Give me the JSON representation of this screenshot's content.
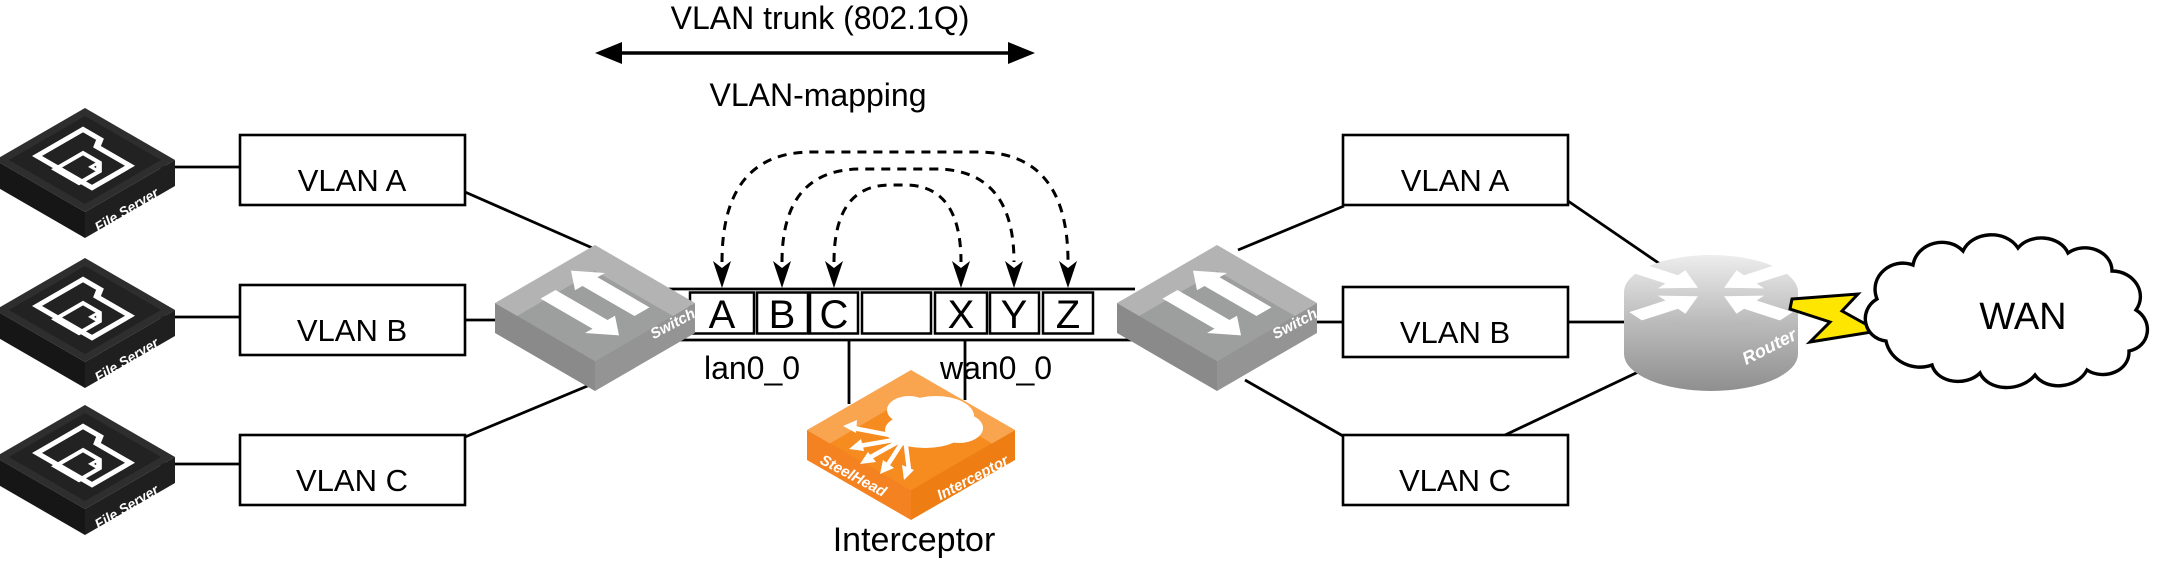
{
  "diagram": {
    "trunk_title": "VLAN trunk (802.1Q)",
    "mapping_title": "VLAN-mapping",
    "left": {
      "file_server_label": "File Server",
      "vlans": [
        "VLAN A",
        "VLAN B",
        "VLAN C"
      ],
      "switch_label": "Switch"
    },
    "trunk_ports": [
      "A",
      "B",
      "C",
      "X",
      "Y",
      "Z"
    ],
    "interfaces": {
      "lan": "lan0_0",
      "wan": "wan0_0"
    },
    "vlan_mappings": [
      [
        "A",
        "Z"
      ],
      [
        "B",
        "Y"
      ],
      [
        "C",
        "X"
      ]
    ],
    "interceptor": {
      "left_face": "SteelHead",
      "right_face": "Interceptor",
      "caption": "Interceptor"
    },
    "right": {
      "vlans": [
        "VLAN A",
        "VLAN B",
        "VLAN C"
      ],
      "switch_label": "Switch",
      "router_label": "Router"
    },
    "wan_label": "WAN",
    "colors": {
      "interceptor_orange": "#F68B1F",
      "interceptor_orange_light": "#F9A54F",
      "lightning_yellow": "#FFE600",
      "switch_gray": "#A8A8A8",
      "device_black": "#262626"
    }
  }
}
